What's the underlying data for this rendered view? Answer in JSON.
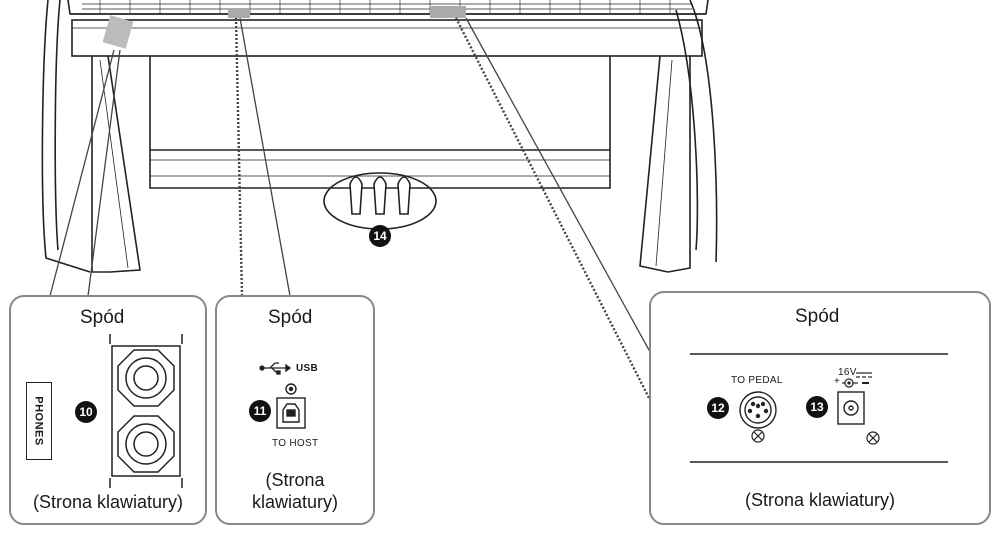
{
  "panels": {
    "left": {
      "title": "Spód",
      "phones_label": "PHONES",
      "number": "10",
      "caption": "(Strona klawiatury)"
    },
    "middle": {
      "title": "Spód",
      "usb_label": "USB",
      "number": "11",
      "port_label": "TO HOST",
      "caption_line1": "(Strona",
      "caption_line2": "klawiatury)"
    },
    "right": {
      "title": "Spód",
      "pedal_label": "TO PEDAL",
      "pedal_number": "12",
      "dc_number": "13",
      "dc_voltage": "16V",
      "dc_polarity": "+",
      "caption": "(Strona klawiatury)"
    }
  },
  "pedals": {
    "number": "14"
  },
  "colors": {
    "line": "#222222",
    "panel_border": "#888888",
    "badge": "#111111"
  },
  "icons": [
    "piano-stand",
    "headphone-jack",
    "usb-icon",
    "usb-b-port",
    "din-pedal-port",
    "dc-power-jack",
    "dc-polarity-icon",
    "screw-icon"
  ]
}
